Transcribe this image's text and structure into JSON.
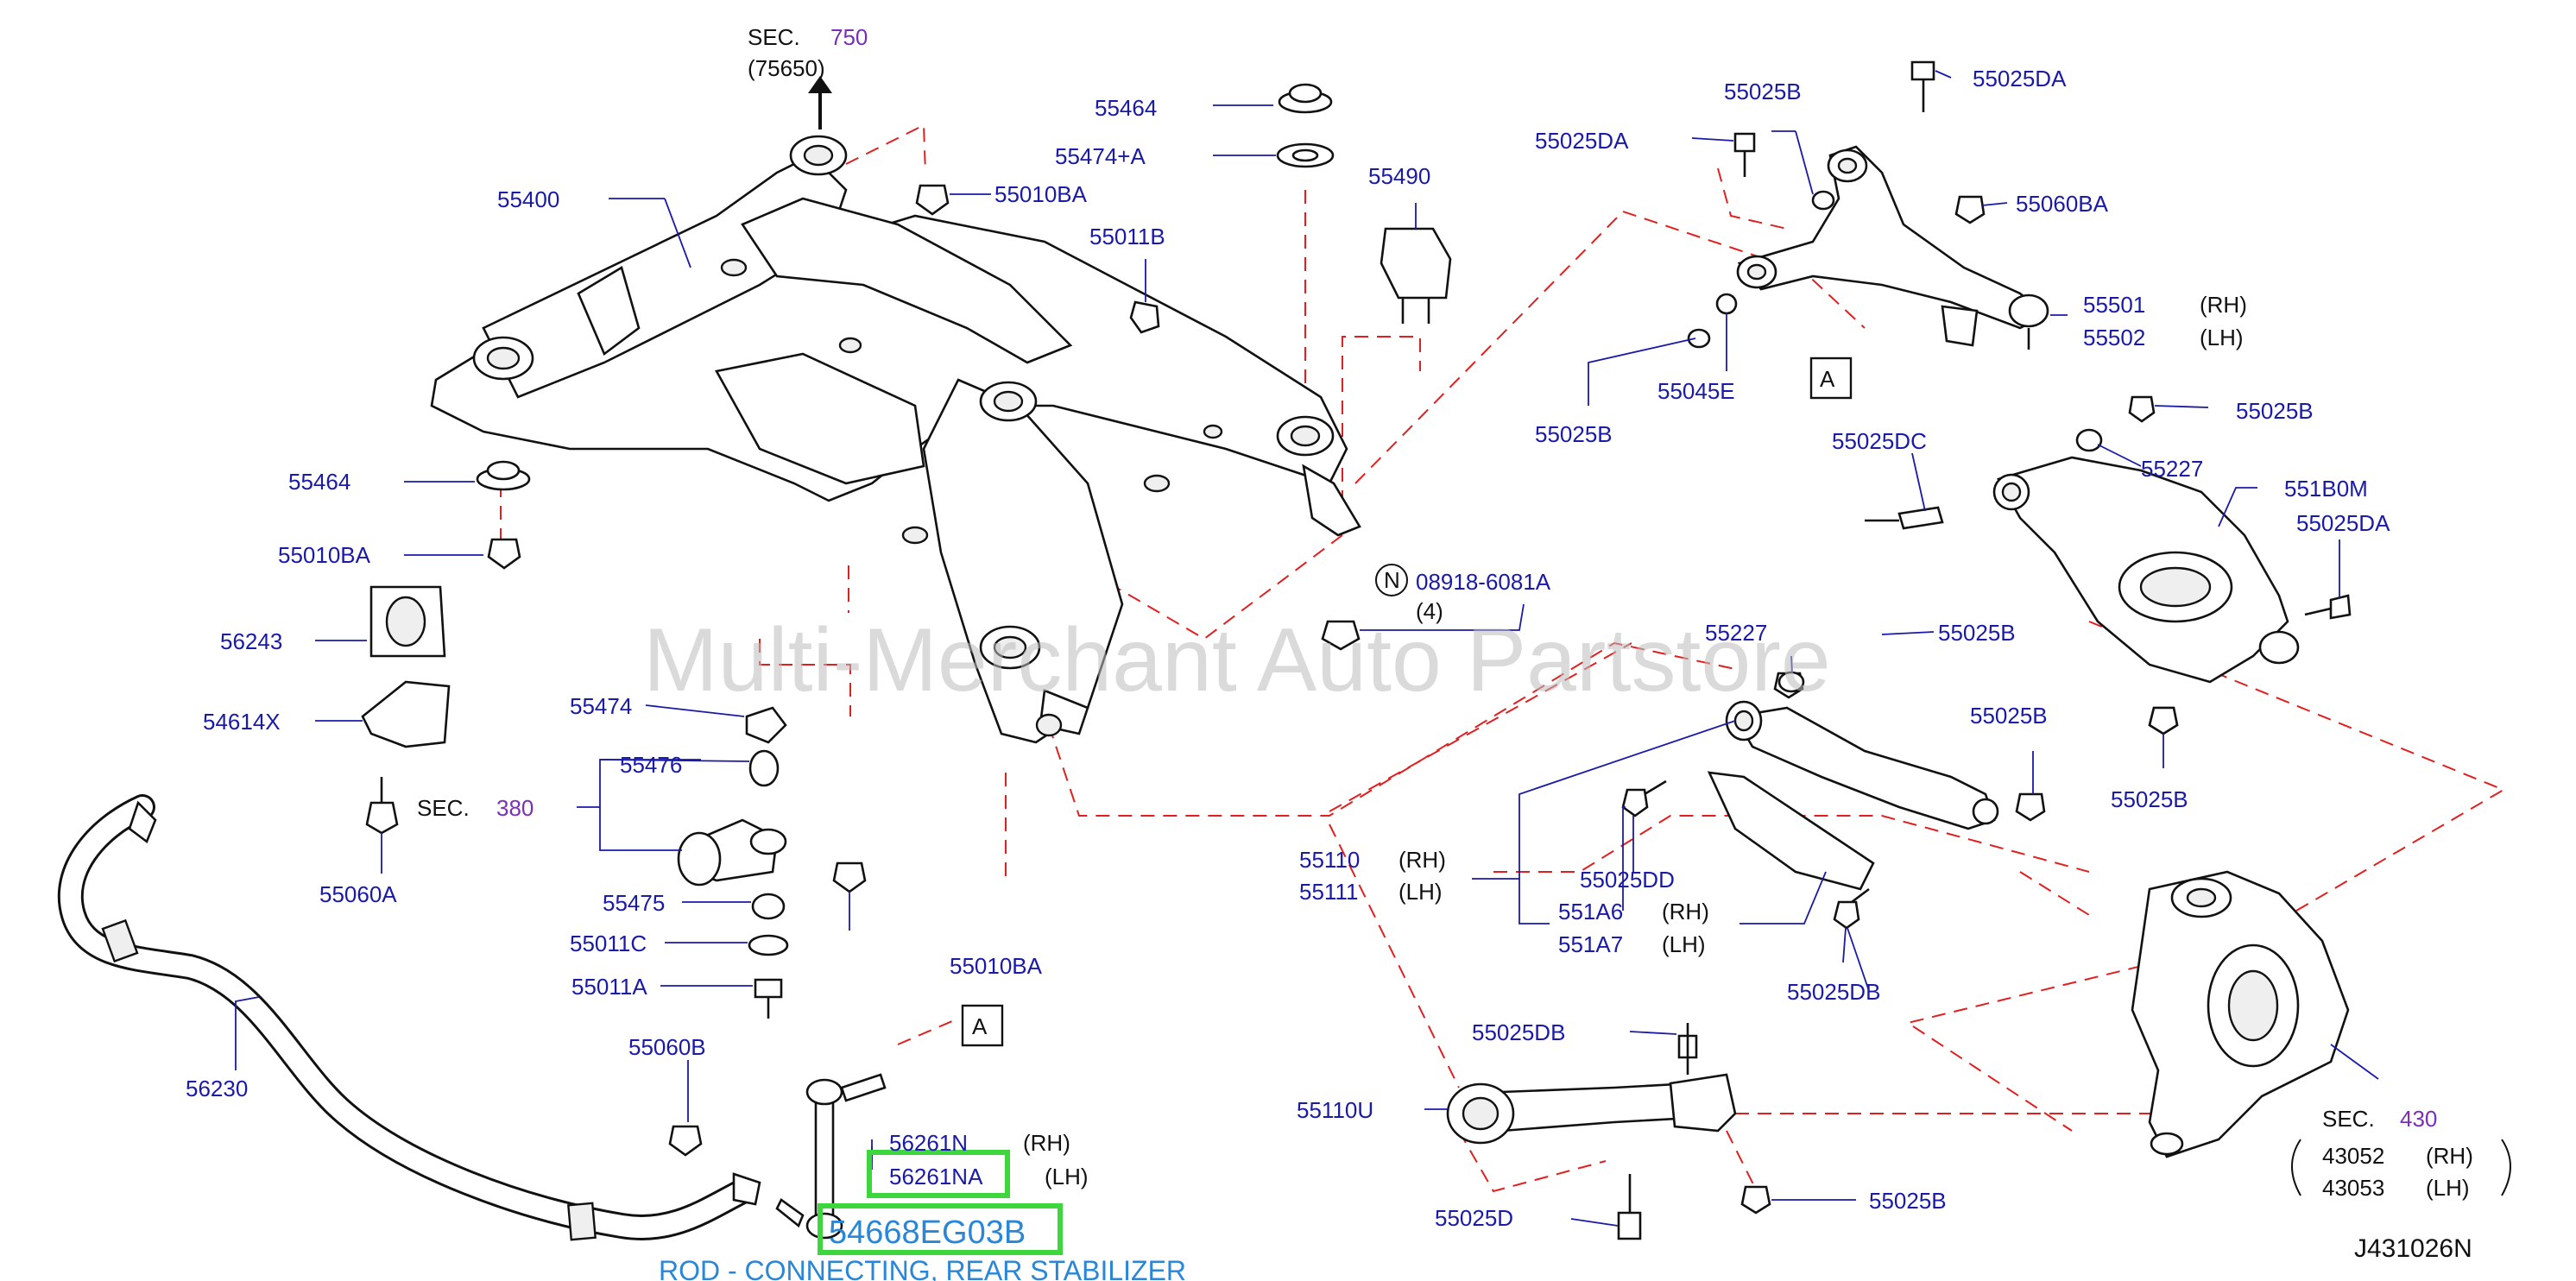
{
  "watermark": "Multi-Merchant Auto Partstore",
  "diagram_code": "J431026N",
  "callout": "A",
  "sections": {
    "sec_label": "SEC.",
    "sec750": "750",
    "sec750_sub": "(75650)",
    "sec380": "380",
    "sec430": "430"
  },
  "note_symbol": "N",
  "note_qty": "(4)",
  "highlight": {
    "part": "54668EG03B",
    "caption": "ROD - CONNECTING, REAR STABILIZER",
    "color": "#3dd63d",
    "caption_color": "#2a86d6"
  },
  "side": {
    "rh": "(RH)",
    "lh": "(LH)"
  },
  "parts": {
    "p55400": "55400",
    "p55464a": "55464",
    "p55474a": "55474+A",
    "p55010ba_a": "55010BA",
    "p55011b": "55011B",
    "p55490": "55490",
    "p55464b": "55464",
    "p55010ba_b": "55010BA",
    "p56243": "56243",
    "p54614x": "54614X",
    "p55060a": "55060A",
    "p55474b": "55474",
    "p55476": "55476",
    "p55475": "55475",
    "p55011c": "55011C",
    "p55011a": "55011A",
    "p55010ba_c": "55010BA",
    "p56230": "56230",
    "p55060b": "55060B",
    "p56261n": "56261N",
    "p56261na": "56261NA",
    "p08918": "08918-6081A",
    "p55025b_a": "55025B",
    "p55025da_a": "55025DA",
    "p55025da_b": "55025DA",
    "p55060ba": "55060BA",
    "p55501": "55501",
    "p55502": "55502",
    "p55025b_b": "55025B",
    "p55045e": "55045E",
    "p55025b_c": "55025B",
    "p55025dc": "55025DC",
    "p55227a": "55227",
    "p551b0m": "551B0M",
    "p55025da_c": "55025DA",
    "p55227b": "55227",
    "p55025b_d": "55025B",
    "p55025b_e": "55025B",
    "p55025b_f": "55025B",
    "p55110": "55110",
    "p55111": "55111",
    "p55025dd": "55025DD",
    "p551a6": "551A6",
    "p551a7": "551A7",
    "p55025db_a": "55025DB",
    "p55025db_b": "55025DB",
    "p55110u": "55110U",
    "p55025d": "55025D",
    "p55025b_g": "55025B",
    "p43052": "43052",
    "p43053": "43053"
  }
}
